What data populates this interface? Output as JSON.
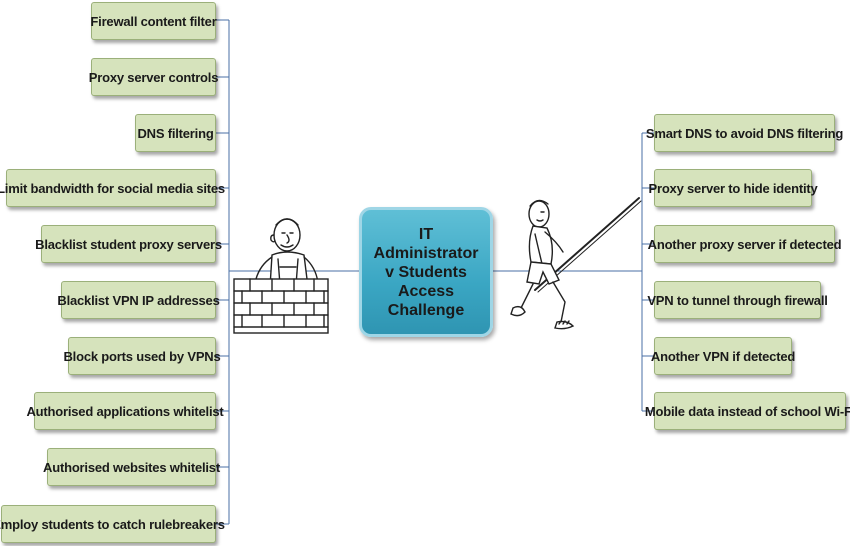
{
  "center": {
    "lines": [
      "IT Administrator",
      "v Students",
      "Access",
      "Challenge"
    ]
  },
  "left_items": [
    "Firewall content filter",
    "Proxy server controls",
    "DNS filtering",
    "Limit bandwidth for social media sites",
    "Blacklist student proxy servers",
    "Blacklist VPN IP addresses",
    "Block ports used by VPNs",
    "Authorised applications whitelist",
    "Authorised websites whitelist",
    "Employ students to catch rulebreakers"
  ],
  "right_items": [
    "Smart DNS to avoid DNS filtering",
    "Proxy server to hide identity",
    "Another proxy server if detected",
    "VPN to tunnel through firewall",
    "Another VPN if detected",
    "Mobile data instead of school Wi-Fi"
  ],
  "colors": {
    "node_fill": "#d6e3bc",
    "center_fill": "#3aa6c3",
    "connector": "#4a6fa5"
  },
  "icons": {
    "left_figure": "bricklayer-cartoon",
    "right_figure": "boy-with-pole-cartoon"
  }
}
